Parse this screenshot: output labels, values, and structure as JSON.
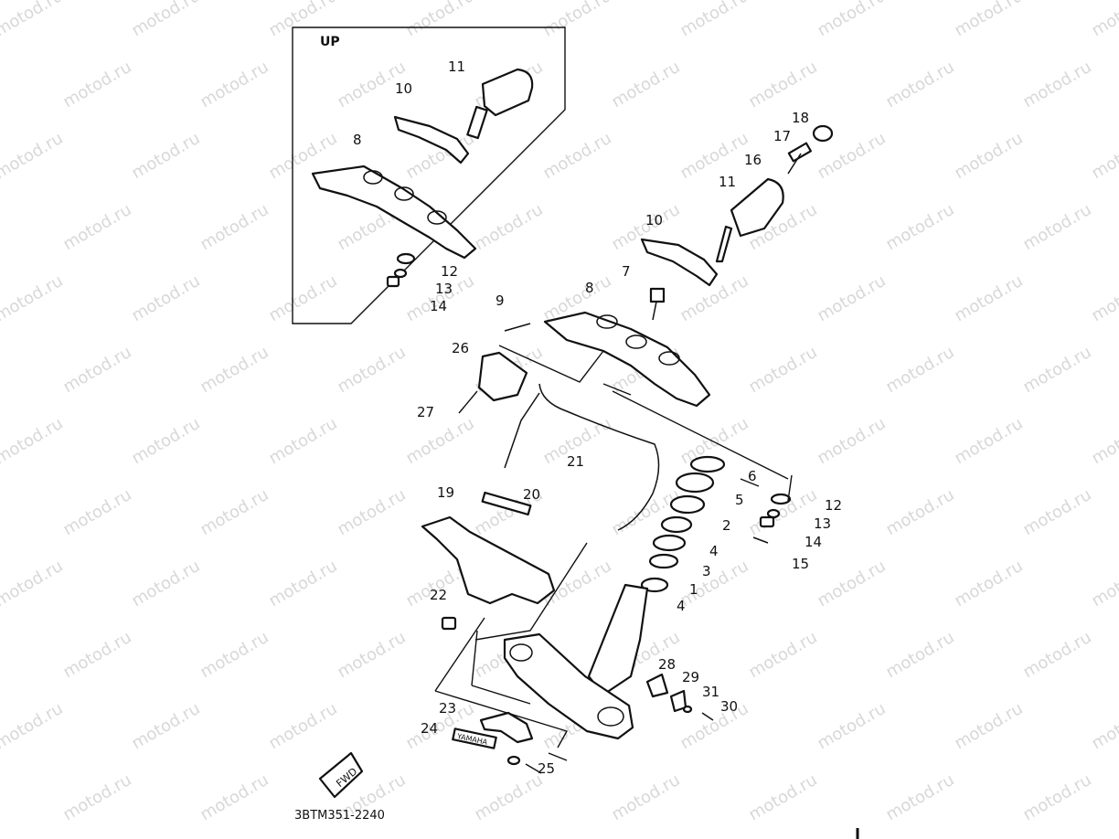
{
  "inset_label": "UP",
  "watermark": "motod.ru",
  "reference_code": "3BTM351-2240",
  "fwd_label": "FWD",
  "emblem_text": "YAMAHA",
  "inset_callouts": [
    "11",
    "10",
    "8",
    "12",
    "13",
    "14"
  ],
  "main_callouts": [
    "18",
    "17",
    "16",
    "11",
    "10",
    "7",
    "8",
    "9",
    "26",
    "27",
    "21",
    "6",
    "5",
    "2",
    "4",
    "3",
    "1",
    "4",
    "12",
    "13",
    "14",
    "15",
    "19",
    "20",
    "22",
    "28",
    "29",
    "31",
    "30",
    "23",
    "24",
    "25"
  ]
}
